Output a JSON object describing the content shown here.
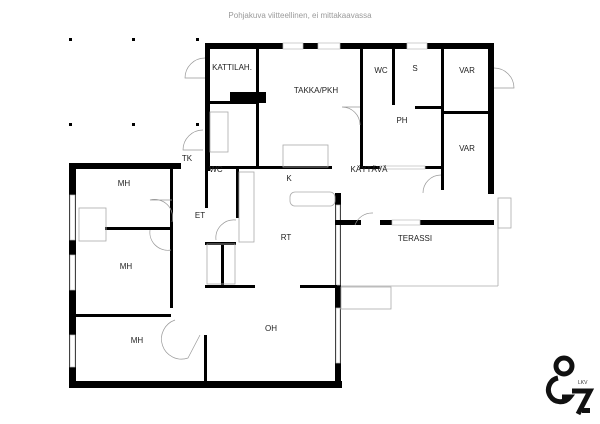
{
  "title": "Pohjakuva viitteellinen, ei mittakaavassa",
  "rooms": {
    "kattilah": "KATTILAH.",
    "takka_pkh": "TAKKA/PKH",
    "wc_top": "WC",
    "s": "S",
    "var_top": "VAR",
    "ph": "PH",
    "var_bottom": "VAR",
    "tk": "TK",
    "wc_left": "WC",
    "k": "K",
    "kaytava": "KÄYTÄVÄ",
    "mh_1": "MH",
    "et": "ET",
    "rt": "RT",
    "terassi": "TERASSI",
    "mh_2": "MH",
    "oh": "OH",
    "mh_3": "MH"
  },
  "logo": {
    "mark": "87",
    "suffix": "LKV"
  }
}
